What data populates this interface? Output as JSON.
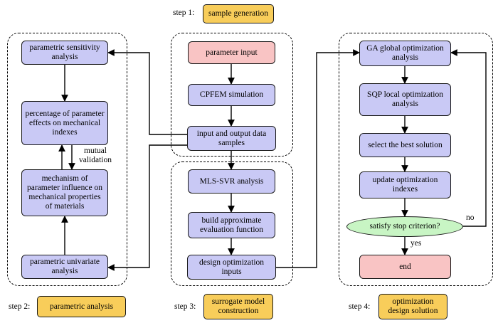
{
  "steps": {
    "step1": {
      "label": "step 1:",
      "title": "sample generation"
    },
    "step2": {
      "label": "step 2:",
      "title": "parametric analysis"
    },
    "step3": {
      "label": "step 3:",
      "title": "surrogate model construction"
    },
    "step4": {
      "label": "step 4:",
      "title": "optimization design solution"
    }
  },
  "left": {
    "sensitivity": "parametric sensitivity analysis",
    "percentage": "percentage of parameter effects on mechanical indexes",
    "mechanism": "mechanism of parameter influence on mechanical properties of materials",
    "univariate": "parametric univariate analysis",
    "mutual": "mutual validation"
  },
  "middle": {
    "param_input": "parameter input",
    "cpfem": "CPFEM simulation",
    "samples": "input and output data samples",
    "mls": "MLS-SVR analysis",
    "build": "build approximate evaluation function",
    "design_inputs": "design optimization inputs"
  },
  "right": {
    "ga": "GA global optimization analysis",
    "sqp": "SQP local optimization analysis",
    "best": "select the best solution",
    "update": "update optimization indexes",
    "stop": "satisfy stop criterion?",
    "end": "end",
    "no": "no",
    "yes": "yes"
  },
  "colors": {
    "process": "#c9c9f5",
    "terminal": "#f9c4c4",
    "step": "#f8cd5a",
    "decision": "#c8f5c4"
  }
}
